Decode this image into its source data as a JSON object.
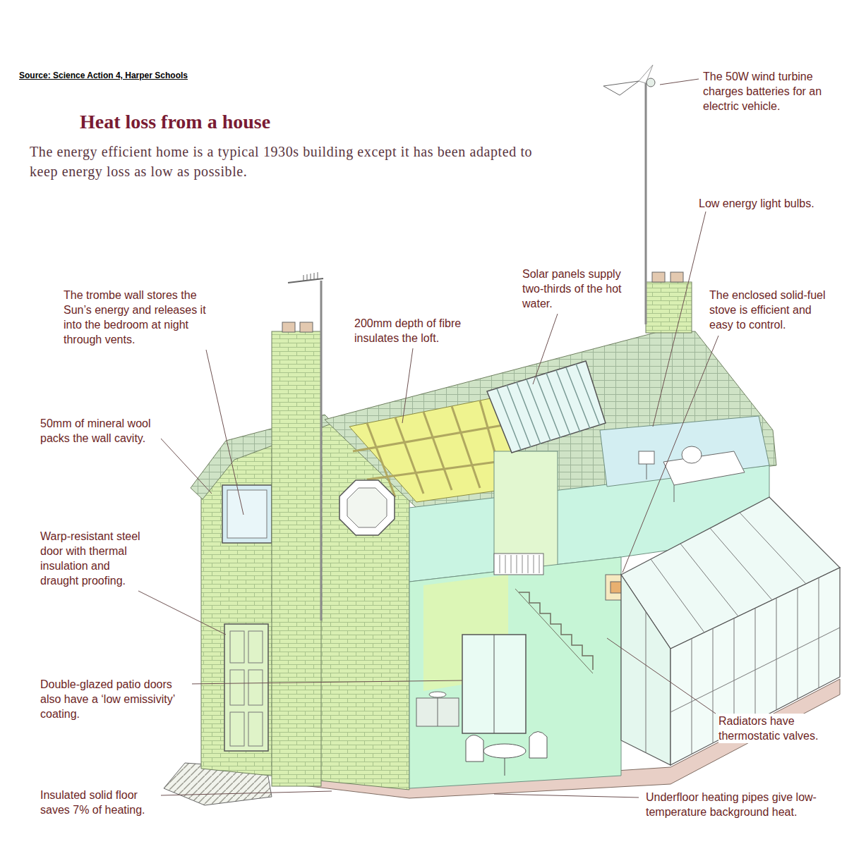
{
  "diagram": {
    "title": "Heat loss from a house",
    "caption": "The energy efficient home is a typical 1930s building except it has been adapted to keep energy loss as low as possible.",
    "labels": [
      "Source: Science Action 4, Harper Schools",
      "The 50W wind turbine charges batteries for an electric vehicle.",
      "Low energy light bulbs.",
      "The trombe wall stores the Sun’s energy and releases it into the bedroom at night through vents.",
      "200mm depth of fibre insulates the loft.",
      "Solar panels supply two-thirds of the hot water.",
      "The enclosed solid-fuel stove is efficient and easy to control.",
      "50mm of mineral wool packs the wall cavity.",
      "Warp-resistant steel door with thermal insulation and draught proofing.",
      "Double-glazed patio doors also have a ‘low emissivity’ coating.",
      "Radiators have thermostatic valves.",
      "Insulated solid floor saves 7% of heating.",
      "Underfloor heating pipes give low-temperature background heat."
    ]
  }
}
